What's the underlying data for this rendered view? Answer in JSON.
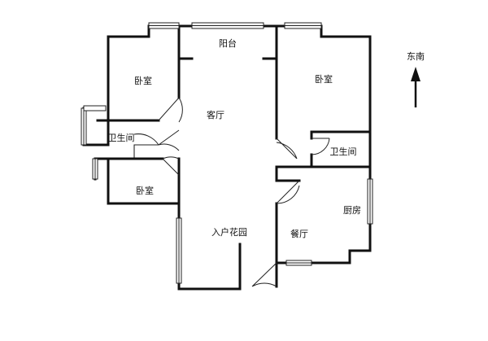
{
  "rooms": {
    "balcony": "阳台",
    "bedroom_nw": "卧室",
    "bedroom_ne": "卧室",
    "living_room": "客厅",
    "bathroom_w": "卫生间",
    "bathroom_e": "卫生间",
    "bedroom_sw": "卧室",
    "kitchen": "厨房",
    "entrance_garden": "入户花园",
    "dining_room": "餐厅"
  },
  "compass": {
    "label": "东南",
    "icon": "arrow-up-icon"
  }
}
